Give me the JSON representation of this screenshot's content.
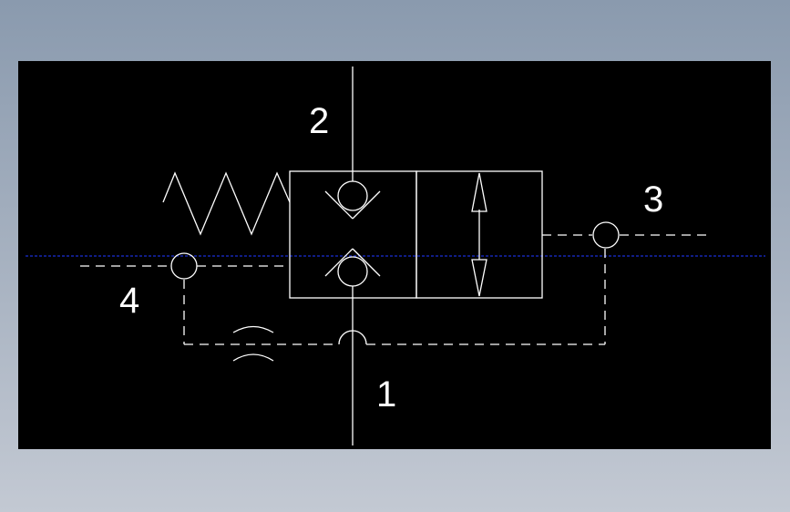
{
  "diagram": {
    "background_color": "#000000",
    "line_color": "#ffffff",
    "centerline_color": "#1a2fd6",
    "ports": {
      "port_2": "2",
      "port_3": "3",
      "port_4": "4",
      "port_1": "1"
    }
  }
}
